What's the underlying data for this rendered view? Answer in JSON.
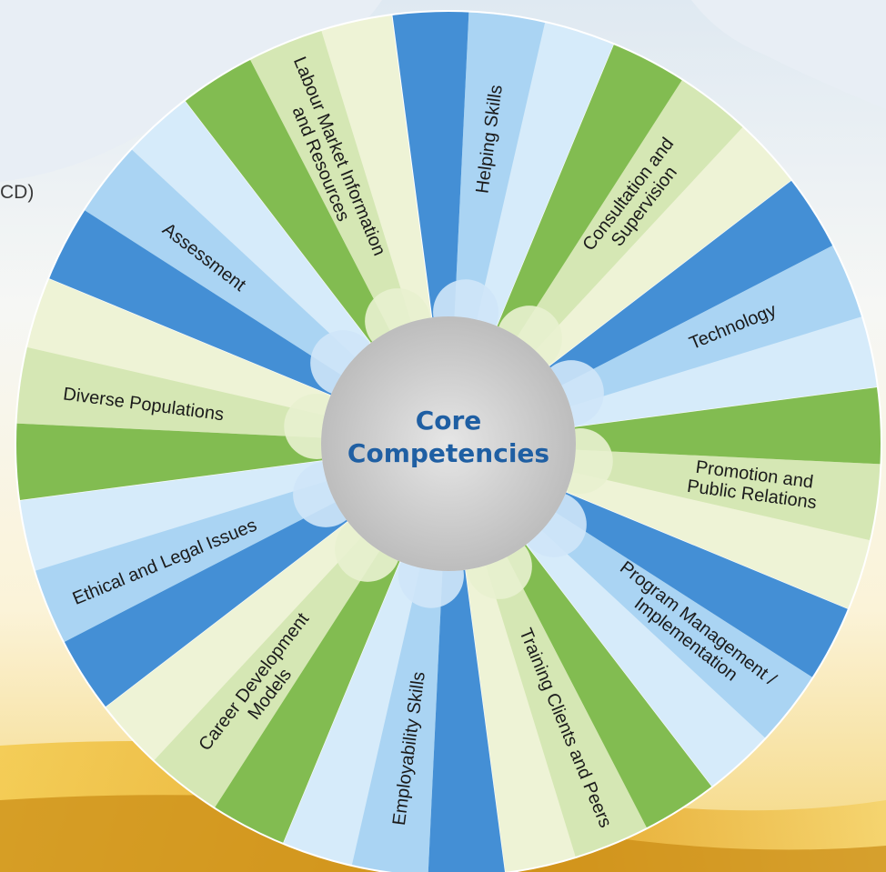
{
  "background_fragment": "CD)",
  "center": {
    "line1": "Core",
    "line2": "Competencies"
  },
  "colors": {
    "blue_light": "#d6ebfa",
    "blue_dark": "#2a7fce",
    "green_light": "#eef3d6",
    "green_dark": "#6fb23a",
    "hub": "#cfcfcf",
    "title": "#1f5fa3",
    "gold": "#e9b030"
  },
  "segments": [
    {
      "lines": [
        "Helping Skills"
      ],
      "color": "blue"
    },
    {
      "lines": [
        "Consultation and",
        "Supervision"
      ],
      "color": "green"
    },
    {
      "lines": [
        "Technology"
      ],
      "color": "blue"
    },
    {
      "lines": [
        "Promotion and",
        "Public Relations"
      ],
      "color": "green"
    },
    {
      "lines": [
        "Program Management /",
        "Implementation"
      ],
      "color": "blue"
    },
    {
      "lines": [
        "Training Clients and Peers"
      ],
      "color": "green"
    },
    {
      "lines": [
        "Employability Skills"
      ],
      "color": "blue"
    },
    {
      "lines": [
        "Career Development",
        "Models"
      ],
      "color": "green"
    },
    {
      "lines": [
        "Ethical and Legal Issues"
      ],
      "color": "blue"
    },
    {
      "lines": [
        "Diverse Populations"
      ],
      "color": "green"
    },
    {
      "lines": [
        "Assessment"
      ],
      "color": "blue"
    },
    {
      "lines": [
        "Labour Market Information",
        "and Resources"
      ],
      "color": "green"
    }
  ]
}
